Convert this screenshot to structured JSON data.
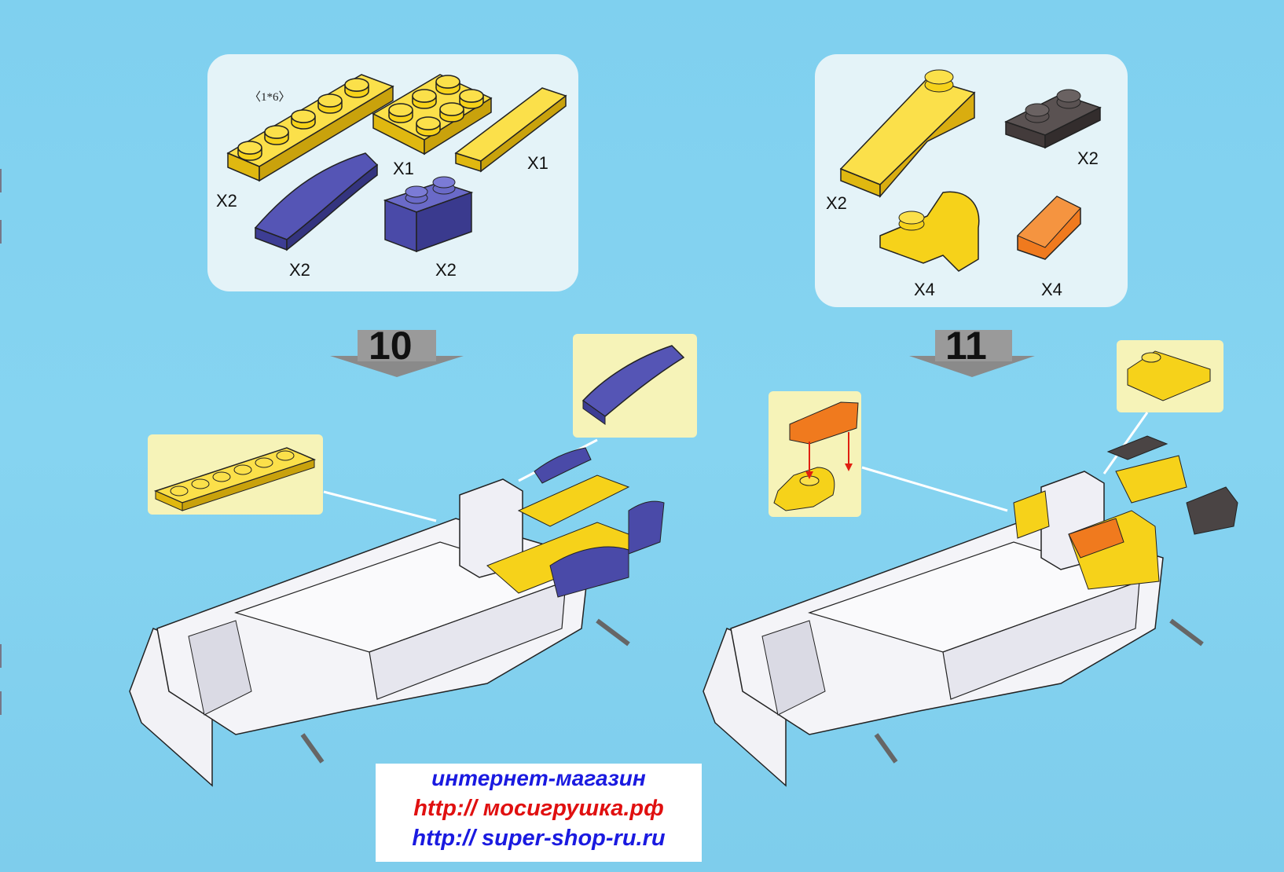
{
  "steps": [
    {
      "number": "10",
      "size_note": "〈1*6〉",
      "quantities": [
        "X2",
        "X1",
        "X1",
        "X2",
        "X2"
      ]
    },
    {
      "number": "11",
      "quantities": [
        "X2",
        "X2",
        "X4",
        "X4"
      ]
    }
  ],
  "ad": {
    "line1": "интернет-магазин",
    "line2": "http:// мосигрушка.рф",
    "line3": "http:// super-shop-ru.ru"
  },
  "colors": {
    "background": "#82d1ef",
    "yellow": "#f6d21a",
    "blue": "#4a4aa8",
    "dark_gray": "#4a4444",
    "orange": "#f07a1e",
    "model_white": "#f4f4f8"
  }
}
